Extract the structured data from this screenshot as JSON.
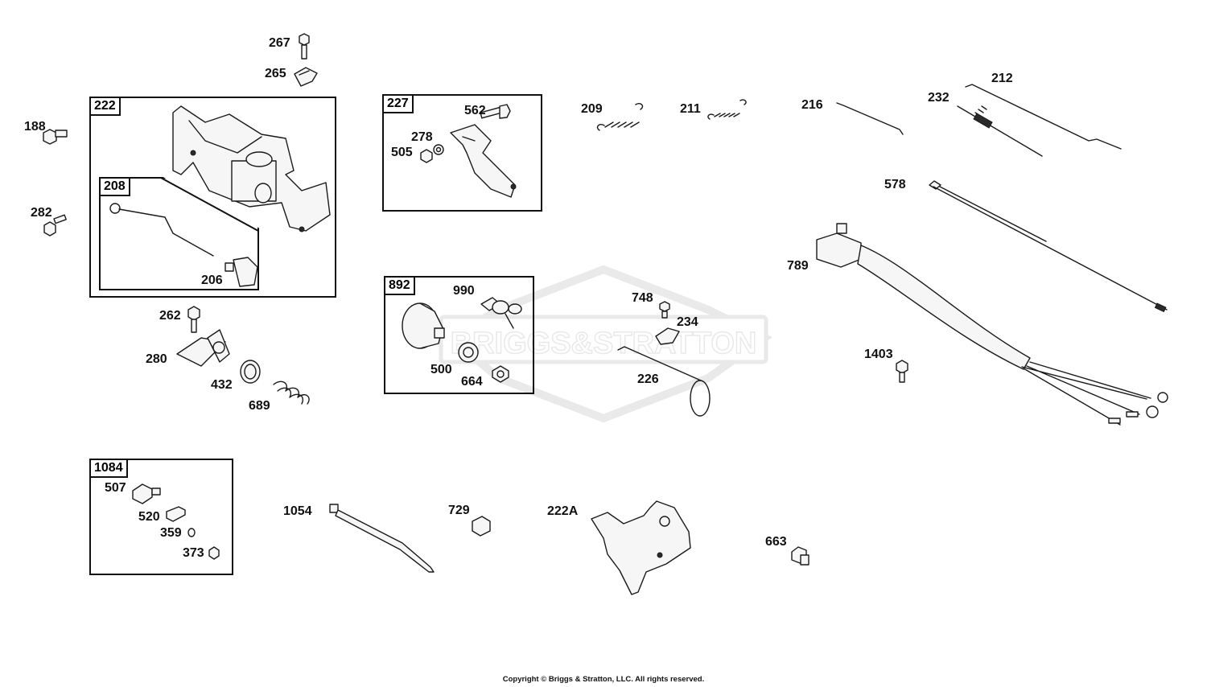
{
  "labels": {
    "l267": "267",
    "l265": "265",
    "l188": "188",
    "l282": "282",
    "l206": "206",
    "l262": "262",
    "l280": "280",
    "l432": "432",
    "l689": "689",
    "l562": "562",
    "l278": "278",
    "l505": "505",
    "l990": "990",
    "l500": "500",
    "l664": "664",
    "l209": "209",
    "l211": "211",
    "l216": "216",
    "l212": "212",
    "l232": "232",
    "l578": "578",
    "l789": "789",
    "l748": "748",
    "l234": "234",
    "l226": "226",
    "l1403": "1403",
    "l507": "507",
    "l520": "520",
    "l359": "359",
    "l373": "373",
    "l1054": "1054",
    "l729": "729",
    "l222A": "222A",
    "l663": "663"
  },
  "groups": {
    "g222": "222",
    "g208": "208",
    "g227": "227",
    "g892": "892",
    "g1084": "1084"
  },
  "watermark": "BRIGGS&STRATTON",
  "copyright": "Copyright © Briggs & Stratton, LLC. All rights reserved."
}
